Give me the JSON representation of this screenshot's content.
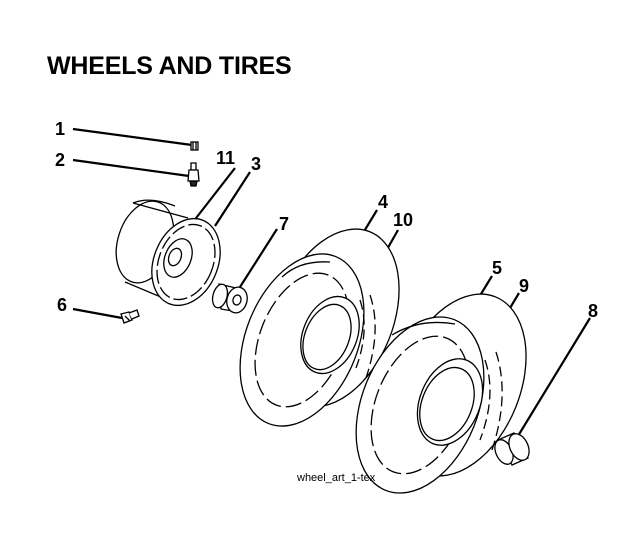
{
  "title": "WHEELS AND TIRES",
  "callouts": {
    "c1": "1",
    "c2": "2",
    "c3": "3",
    "c4": "4",
    "c5": "5",
    "c6": "6",
    "c7": "7",
    "c8": "8",
    "c9": "9",
    "c10": "10",
    "c11": "11"
  },
  "caption": "wheel_art_1-tex"
}
